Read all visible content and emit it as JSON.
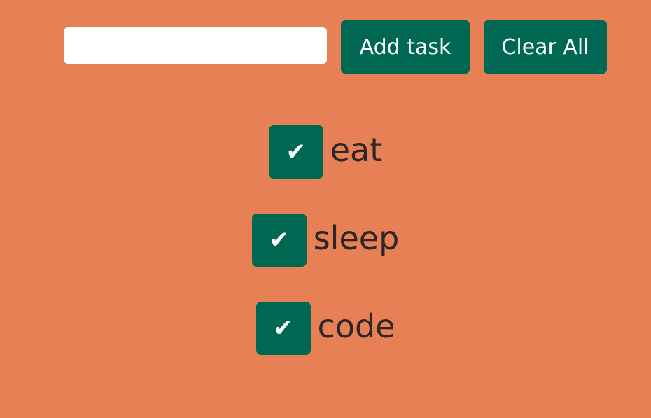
{
  "colors": {
    "background": "#e88056",
    "button": "#006752",
    "button_text": "#ffffff",
    "task_text": "#2b2628",
    "input_background": "#ffffff"
  },
  "toolbar": {
    "input_value": "",
    "input_placeholder": "",
    "add_label": "Add task",
    "clear_label": "Clear All"
  },
  "tasks": [
    {
      "label": "eat",
      "check_icon": "✔"
    },
    {
      "label": "sleep",
      "check_icon": "✔"
    },
    {
      "label": "code",
      "check_icon": "✔"
    }
  ]
}
